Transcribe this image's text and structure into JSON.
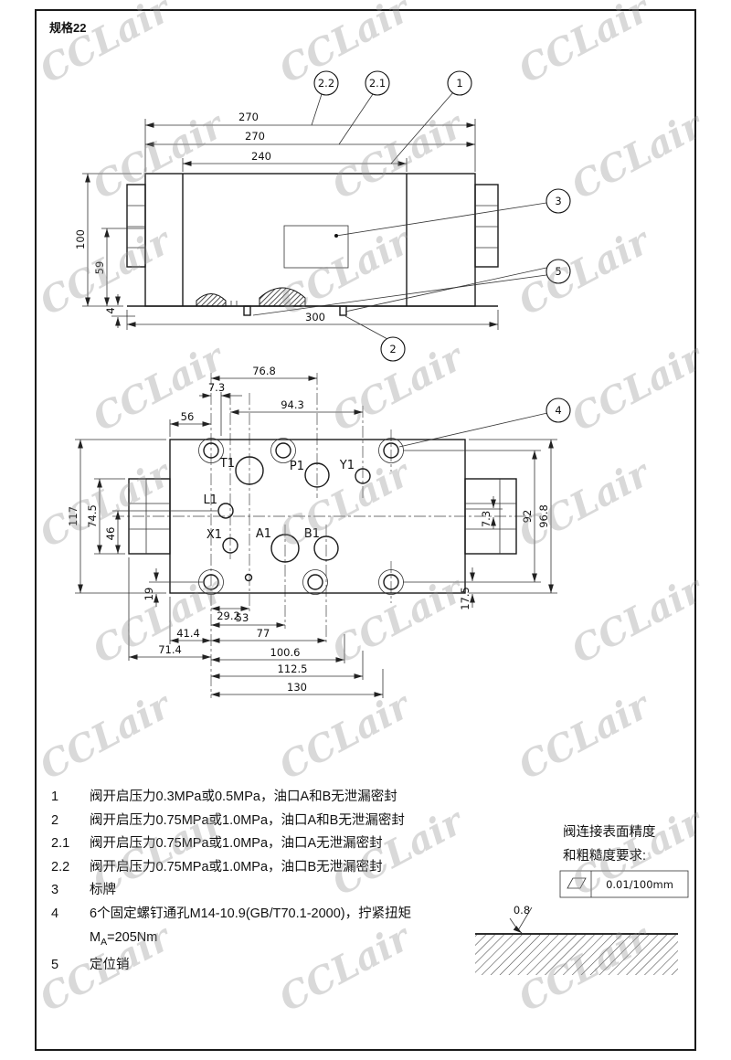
{
  "page": {
    "spec_label": "规格22",
    "watermark_text": "CCLair"
  },
  "top_view": {
    "callouts": {
      "v22": "2.2",
      "v21": "2.1",
      "v1": "1",
      "v3": "3",
      "v5": "5",
      "v2": "2"
    },
    "dims": {
      "width_overall_a": "270",
      "width_overall_b": "270",
      "width_inner": "240",
      "height": "100",
      "port_height": "59",
      "pin_protrusion": "4",
      "base_width": "300"
    }
  },
  "bottom_view": {
    "callouts": {
      "v4": "4"
    },
    "ports": {
      "t1": "T1",
      "p1": "P1",
      "y1": "Y1",
      "l1": "L1",
      "x1": "X1",
      "a1": "A1",
      "b1": "B1"
    },
    "dims": {
      "d76_8": "76.8",
      "d7_3_top": "7.3",
      "d94_3": "94.3",
      "d56": "56",
      "d117": "117",
      "d74_5": "74.5",
      "d46": "46",
      "d19": "19",
      "d29_2": "29.2",
      "d53": "53",
      "d41_4": "41.4",
      "d77": "77",
      "d71_4": "71.4",
      "d100_6": "100.6",
      "d112_5": "112.5",
      "d130": "130",
      "d92": "92",
      "d96_8": "96.8",
      "d7_3_right": "7.3",
      "d17_5": "17.5"
    }
  },
  "notes": [
    {
      "num": "1",
      "text": "阀开启压力0.3MPa或0.5MPa，油口A和B无泄漏密封"
    },
    {
      "num": "2",
      "text": "阀开启压力0.75MPa或1.0MPa，油口A和B无泄漏密封"
    },
    {
      "num": "2.1",
      "text": "阀开启压力0.75MPa或1.0MPa，油口A无泄漏密封"
    },
    {
      "num": "2.2",
      "text": "阀开启压力0.75MPa或1.0MPa，油口B无泄漏密封"
    },
    {
      "num": "3",
      "text": "标牌"
    },
    {
      "num": "4",
      "text": "6个固定螺钉通孔M14-10.9(GB/T70.1-2000)，拧紧扭矩"
    },
    {
      "num": "5",
      "text": "定位销"
    }
  ],
  "note4_torque": {
    "pre": "M",
    "sub": "A",
    "post": "=205Nm"
  },
  "surface_req": {
    "line1": "阀连接表面精度",
    "line2": "和粗糙度要求:",
    "flatness": "0.01/100mm",
    "roughness": "0.8"
  },
  "icons": {
    "flatness": "parallelogram-flatness-symbol",
    "roughness": "surface-roughness-check"
  }
}
